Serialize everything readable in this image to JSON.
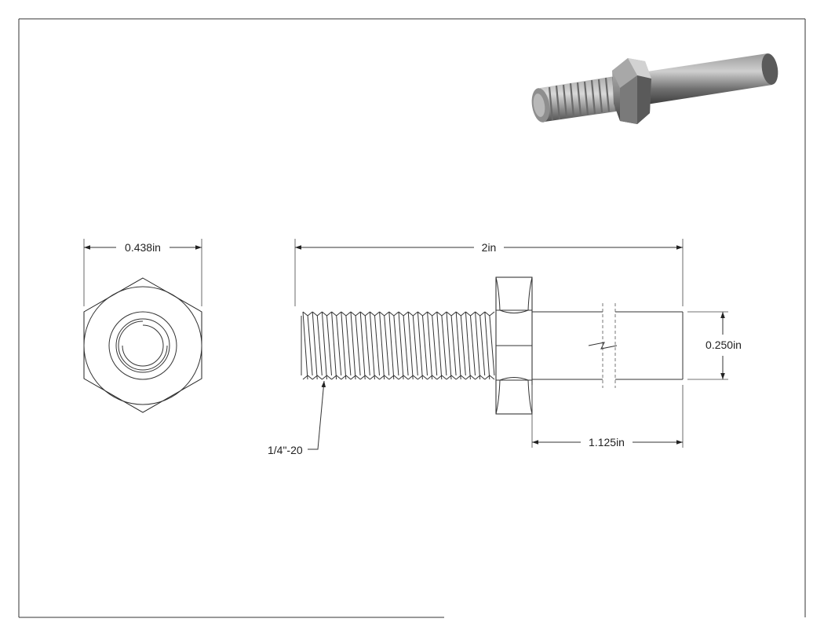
{
  "drawing": {
    "dimensions": {
      "hex_width": "0.438in",
      "overall_length": "2in",
      "shank_diameter": "0.250in",
      "shank_length": "1.125in",
      "thread_callout": "1/4\"-20"
    }
  },
  "colors": {
    "line": "#222222",
    "paper": "#ffffff",
    "render_metal_light": "#bdbdbd",
    "render_metal_dark": "#4a4a4a"
  }
}
